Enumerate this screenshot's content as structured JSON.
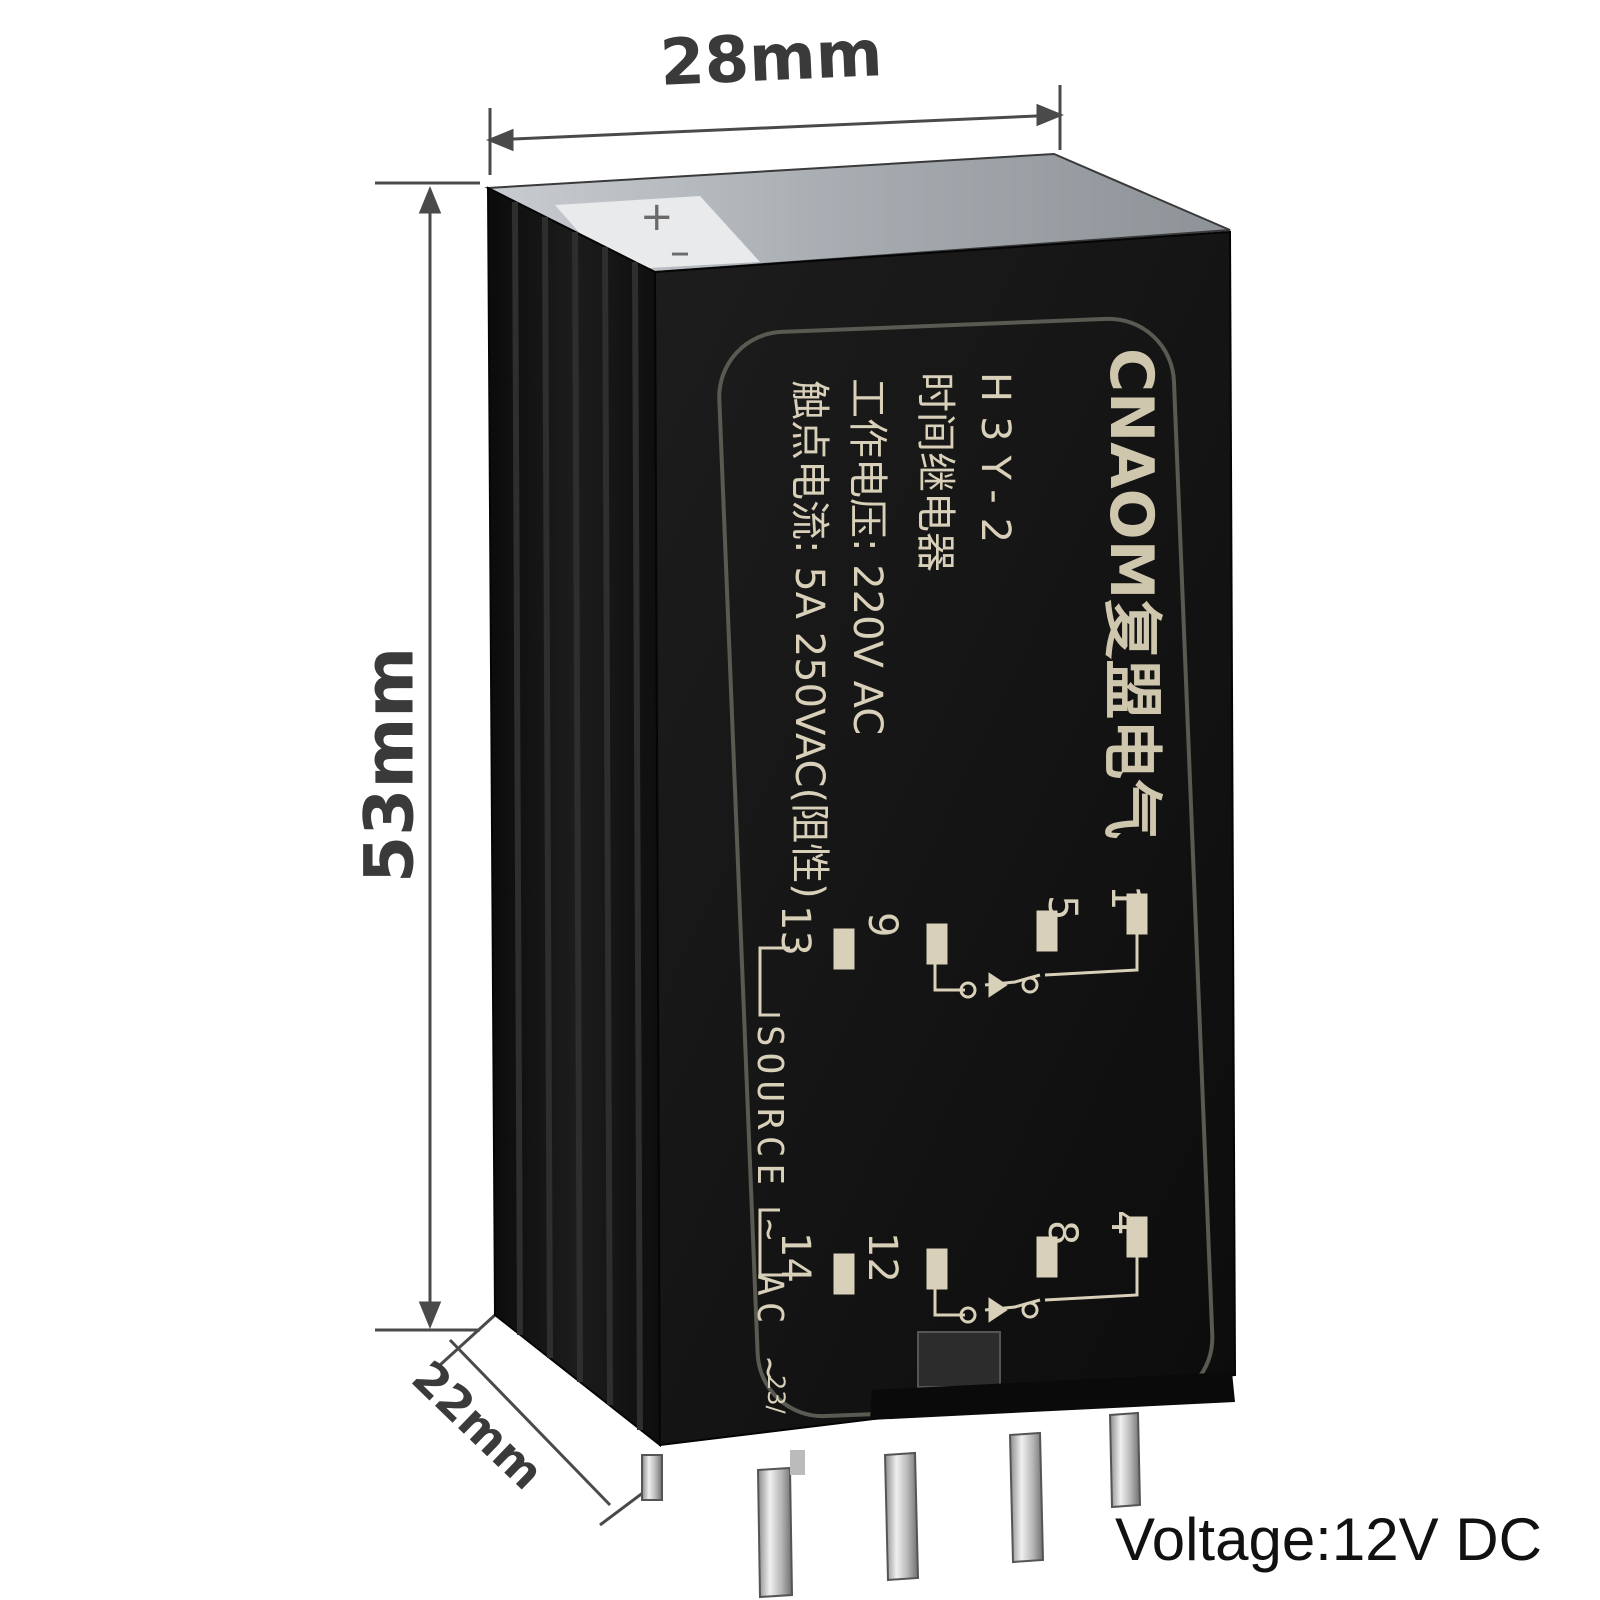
{
  "dimensions": {
    "width_label": "28mm",
    "height_label": "53mm",
    "depth_label": "22mm"
  },
  "relay": {
    "brand": "CNAOM复盟电气",
    "model": "H3Y-2",
    "type": "时间继电器",
    "working_voltage": "工作电压: 220V AC",
    "contact_current": "触点电流: 5A 250VAC(阻性)",
    "source_label": "SOURCE ~ AC ~",
    "pins": {
      "p1": "1",
      "p5": "5",
      "p9": "9",
      "p13": "13",
      "p4": "4",
      "p8": "8",
      "p12": "12",
      "p14": "14"
    },
    "small_mark": "23/"
  },
  "voltage_caption": "Voltage:12V DC",
  "colors": {
    "body": "#141414",
    "label_ink": "#d8d0b8",
    "dimension_line": "#4a4a4a"
  }
}
